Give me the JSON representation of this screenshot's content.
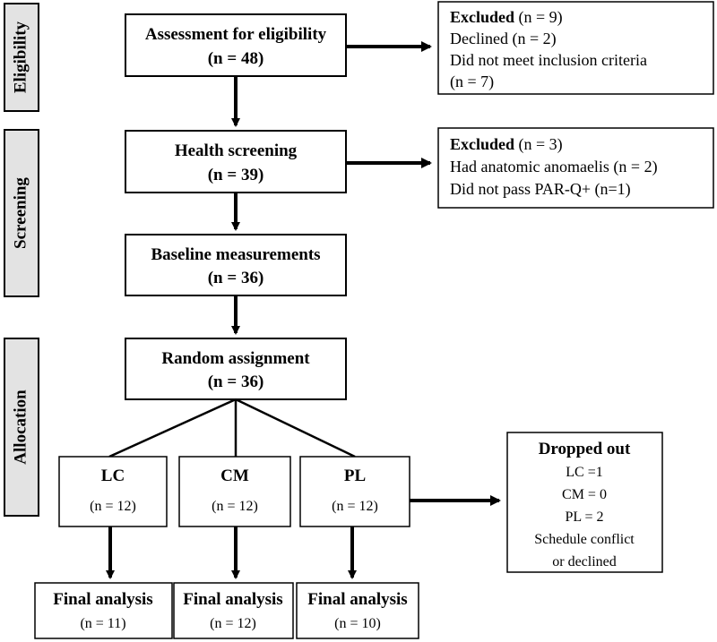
{
  "stages": {
    "eligibility": "Eligibility",
    "screening": "Screening",
    "allocation": "Allocation"
  },
  "eligibility_box": {
    "title": "Assessment for eligibility",
    "count": "(n = 48)"
  },
  "excluded_1": {
    "title": "Excluded",
    "count": " (n = 9)",
    "line1": "Declined (n = 2)",
    "line2": "Did not meet inclusion criteria",
    "line3": "(n = 7)"
  },
  "screening_box": {
    "title": "Health screening",
    "count": "(n = 39)"
  },
  "excluded_2": {
    "title": "Excluded",
    "count": " (n = 3)",
    "line1": "Had anatomic anomaelis (n = 2)",
    "line2": "Did not pass PAR-Q+ (n=1)"
  },
  "baseline_box": {
    "title": "Baseline measurements",
    "count": "(n = 36)"
  },
  "random_box": {
    "title": "Random assignment",
    "count": "(n = 36)"
  },
  "groups": [
    {
      "label": "LC",
      "count": "(n = 12)"
    },
    {
      "label": "CM",
      "count": "(n = 12)"
    },
    {
      "label": "PL",
      "count": "(n = 12)"
    }
  ],
  "dropped": {
    "title": "Dropped out",
    "line1": "LC =1",
    "line2": "CM = 0",
    "line3": "PL = 2",
    "line4": "Schedule conflict",
    "line5": "or declined"
  },
  "final": [
    {
      "label": "Final analysis",
      "count": "(n = 11)"
    },
    {
      "label": "Final analysis",
      "count": "(n = 12)"
    },
    {
      "label": "Final analysis",
      "count": "(n = 10)"
    }
  ]
}
